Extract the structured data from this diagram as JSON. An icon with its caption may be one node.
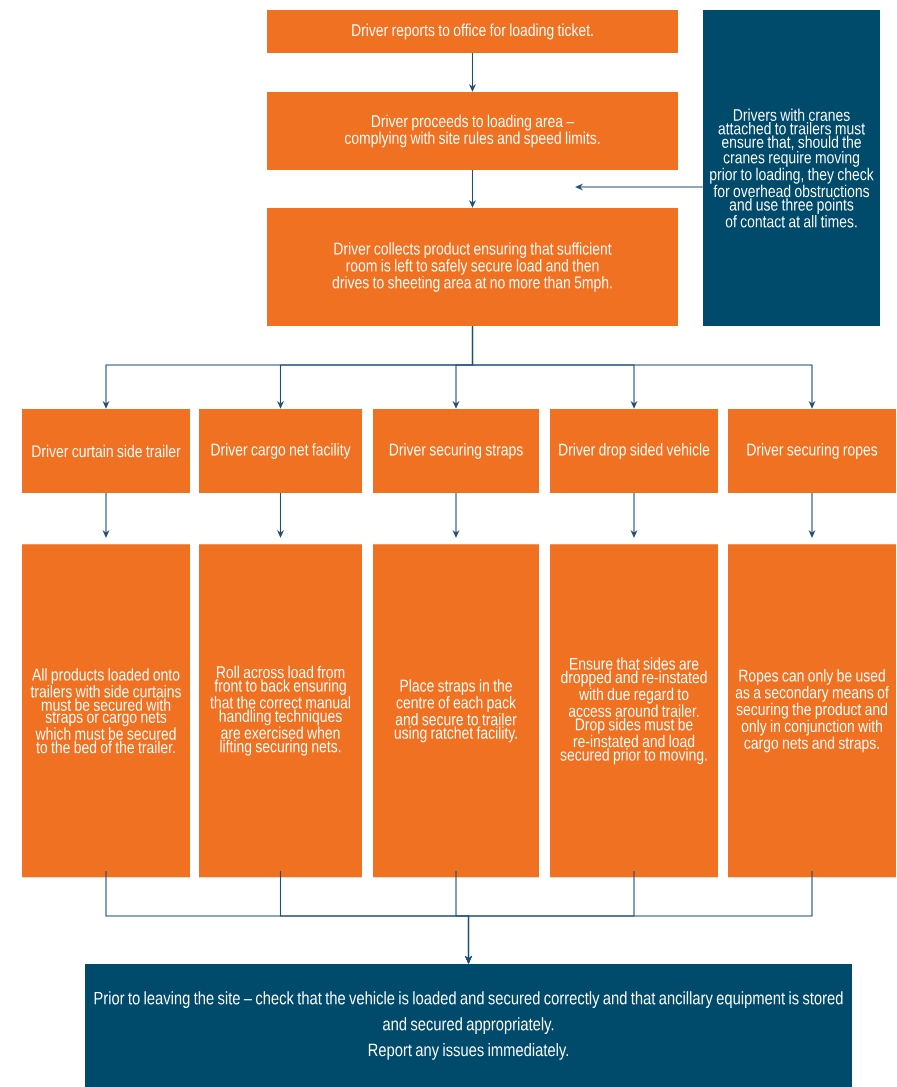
{
  "diagram": {
    "nodes": [
      {
        "text": [
          "Driver reports to office for loading ticket."
        ]
      },
      {
        "text": [
          "Driver proceeds to loading area – complying with site rules and speed limits."
        ]
      },
      {
        "text": [
          "Driver collects product ensuring that sufficient room is left to safely secure load and then drives to sheeting area at no more than 5mph."
        ]
      },
      {
        "text": [
          "Drivers with cranes attached to trailers must ensure that, should the cranes require moving prior to loading, they check for overhead obstructions and use three points of contact at all times."
        ]
      },
      {
        "text": [
          "Driver curtain side trailer"
        ]
      },
      {
        "text": [
          "Driver cargo net facility"
        ]
      },
      {
        "text": [
          "Driver securing straps"
        ]
      },
      {
        "text": [
          "Driver drop sided vehicle"
        ]
      },
      {
        "text": [
          "Driver securing ropes"
        ]
      },
      {
        "text": [
          "All products loaded onto trailers with side curtains must be secured with straps or cargo nets which must be secured to the bed of the trailer."
        ]
      },
      {
        "text": [
          "Roll across load from front to back ensuring that the correct manual handling techniques are exercised when lifting securing nets."
        ]
      },
      {
        "text": [
          "Place straps in the centre of each pack and secure to trailer using ratchet facility."
        ]
      },
      {
        "text": [
          "Ensure that sides are dropped and re-instated with due regard to access around trailer. Drop sides must be re-instated and load secured prior to moving."
        ]
      },
      {
        "text": [
          "Ropes can only be used as a secondary means of securing the product and only in conjunction with cargo nets and straps."
        ]
      },
      {
        "text": [
          "Prior to leaving the site – check that the vehicle is loaded and secured correctly and that ancillary equipment is stored and secured appropriately.",
          "Report any issues immediately."
        ]
      }
    ],
    "edges": [
      {
        "from": 0,
        "to": 1,
        "arrow": "to"
      },
      {
        "from": 1,
        "to": 2,
        "arrow": "to"
      },
      {
        "from": 3,
        "to": null,
        "arrow": "to"
      },
      {
        "from": 2,
        "to": 4,
        "arrow": "to"
      },
      {
        "from": 2,
        "to": 5,
        "arrow": "to"
      },
      {
        "from": 2,
        "to": 6,
        "arrow": "to"
      },
      {
        "from": 2,
        "to": 7,
        "arrow": "to"
      },
      {
        "from": 2,
        "to": 8,
        "arrow": "to"
      },
      {
        "from": 4,
        "to": 9,
        "arrow": "to"
      },
      {
        "from": 5,
        "to": 10,
        "arrow": "to"
      },
      {
        "from": 6,
        "to": 11,
        "arrow": "to"
      },
      {
        "from": 7,
        "to": 12,
        "arrow": "to"
      },
      {
        "from": 8,
        "to": 13,
        "arrow": "to"
      },
      {
        "from": 9,
        "to": 14,
        "arrow": "to"
      },
      {
        "from": 10,
        "to": 14,
        "arrow": "to"
      },
      {
        "from": 11,
        "to": 14,
        "arrow": "to"
      },
      {
        "from": 12,
        "to": 14,
        "arrow": "to"
      },
      {
        "from": 13,
        "to": 14,
        "arrow": "to"
      }
    ]
  }
}
